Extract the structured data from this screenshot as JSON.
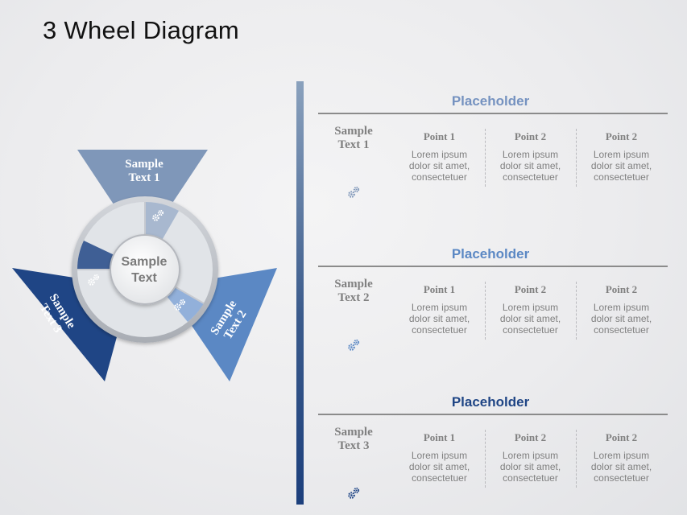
{
  "title": "3 Wheel Diagram",
  "colors": {
    "light": "#7f97b9",
    "medium": "#5b88c4",
    "dark": "#1f4585"
  },
  "wheel": {
    "center_label_line1": "Sample",
    "center_label_line2": "Text",
    "segments": [
      {
        "line1": "Sample",
        "line2": "Text 1",
        "icon": "gears-icon"
      },
      {
        "line1": "Sample",
        "line2": "Text 2",
        "icon": "gears-icon"
      },
      {
        "line1": "Sample",
        "line2": "Text 3",
        "icon": "gears-icon"
      }
    ]
  },
  "sections": [
    {
      "heading": "Placeholder",
      "heading_color": "#7592c0",
      "label_line1": "Sample",
      "label_line2": "Text 1",
      "icon_color": "#7f97b9",
      "columns": [
        {
          "title": "Point 1",
          "line1": "Lorem ipsum",
          "line2": "dolor sit amet,",
          "line3": "consectetuer"
        },
        {
          "title": "Point 2",
          "line1": "Lorem ipsum",
          "line2": "dolor sit amet,",
          "line3": "consectetuer"
        },
        {
          "title": "Point 2",
          "line1": "Lorem ipsum",
          "line2": "dolor sit amet,",
          "line3": "consectetuer"
        }
      ]
    },
    {
      "heading": "Placeholder",
      "heading_color": "#5b88c4",
      "label_line1": "Sample",
      "label_line2": "Text 2",
      "icon_color": "#5b88c4",
      "columns": [
        {
          "title": "Point 1",
          "line1": "Lorem ipsum",
          "line2": "dolor sit amet,",
          "line3": "consectetuer"
        },
        {
          "title": "Point 2",
          "line1": "Lorem ipsum",
          "line2": "dolor sit amet,",
          "line3": "consectetuer"
        },
        {
          "title": "Point 2",
          "line1": "Lorem ipsum",
          "line2": "dolor sit amet,",
          "line3": "consectetuer"
        }
      ]
    },
    {
      "heading": "Placeholder",
      "heading_color": "#1f4585",
      "label_line1": "Sample",
      "label_line2": "Text 3",
      "icon_color": "#1f4585",
      "columns": [
        {
          "title": "Point 1",
          "line1": "Lorem ipsum",
          "line2": "dolor sit amet,",
          "line3": "consectetuer"
        },
        {
          "title": "Point 2",
          "line1": "Lorem ipsum",
          "line2": "dolor sit amet,",
          "line3": "consectetuer"
        },
        {
          "title": "Point 2",
          "line1": "Lorem ipsum",
          "line2": "dolor sit amet,",
          "line3": "consectetuer"
        }
      ]
    }
  ]
}
